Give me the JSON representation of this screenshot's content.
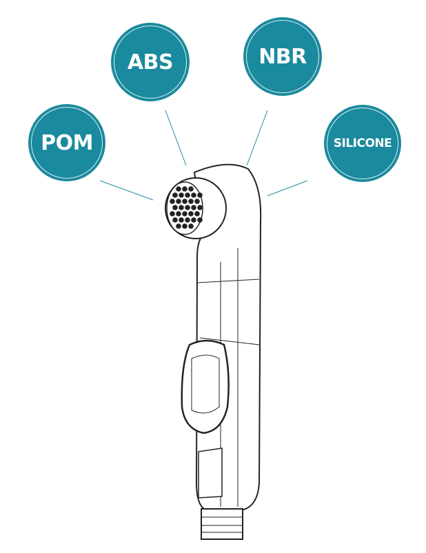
{
  "materials": [
    {
      "label": "POM"
    },
    {
      "label": "ABS"
    },
    {
      "label": "NBR"
    },
    {
      "label": "SILICONE"
    }
  ],
  "colors": {
    "badge": "#1a8a9e",
    "leader": "#1a8a9e",
    "outline": "#222222"
  }
}
